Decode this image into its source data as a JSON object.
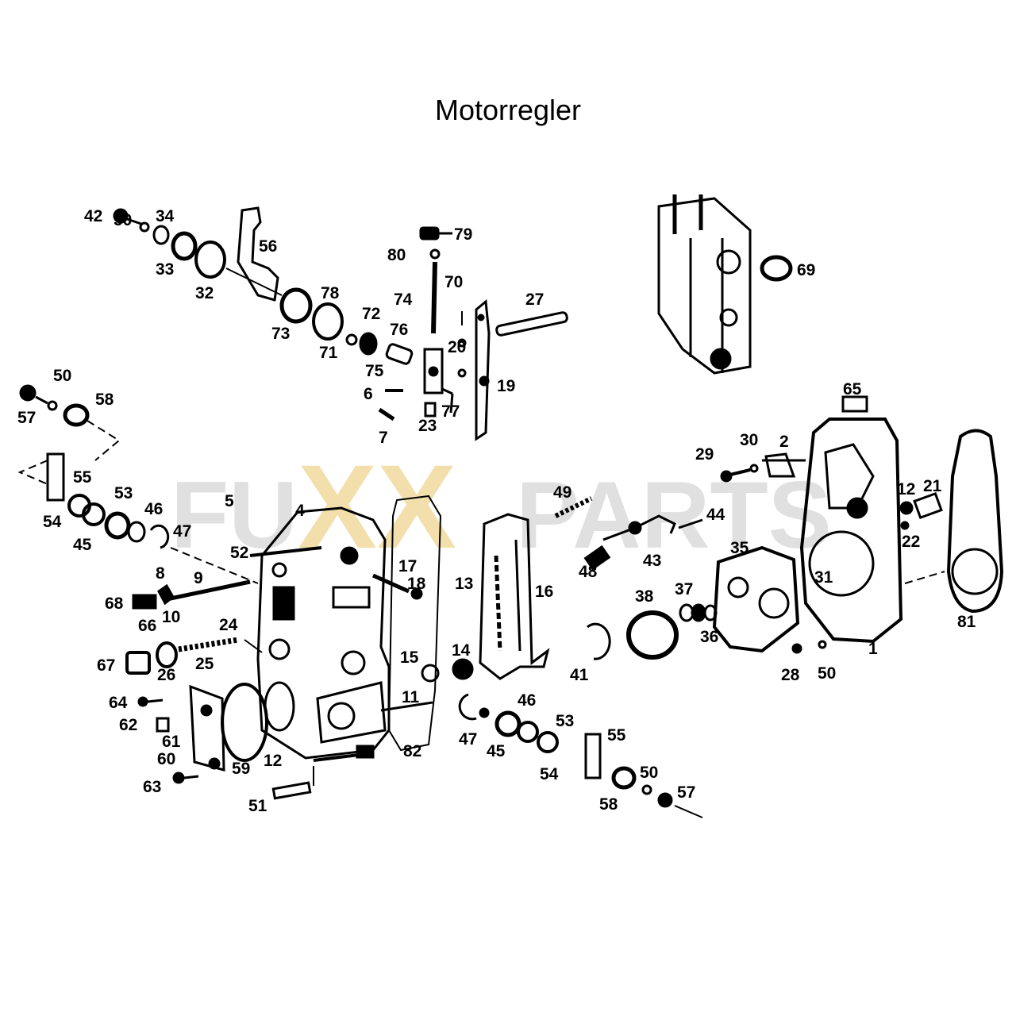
{
  "title": "Motorregler",
  "watermark": {
    "left": "FU",
    "mid": "XX",
    "right": "PARTS",
    "color_gray": "#c8c8c8",
    "color_gold": "#e9c66a"
  },
  "callouts": [
    "1",
    "2",
    "4",
    "5",
    "6",
    "7",
    "8",
    "9",
    "10",
    "11",
    "12",
    "13",
    "14",
    "15",
    "16",
    "17",
    "18",
    "19",
    "20",
    "21",
    "22",
    "23",
    "24",
    "25",
    "26",
    "27",
    "28",
    "29",
    "30",
    "31",
    "32",
    "33",
    "34",
    "35",
    "36",
    "37",
    "38",
    "41",
    "42",
    "43",
    "44",
    "45",
    "46",
    "47",
    "48",
    "49",
    "50",
    "51",
    "52",
    "53",
    "54",
    "55",
    "56",
    "57",
    "58",
    "59",
    "60",
    "61",
    "62",
    "63",
    "64",
    "65",
    "66",
    "67",
    "68",
    "69",
    "70",
    "71",
    "72",
    "73",
    "74",
    "75",
    "76",
    "77",
    "78",
    "79",
    "80",
    "81",
    "82"
  ],
  "labels": [
    {
      "id": "l42",
      "text": "42"
    },
    {
      "id": "l34",
      "text": "34"
    },
    {
      "id": "l50a",
      "text": "50"
    },
    {
      "id": "l33",
      "text": "33"
    },
    {
      "id": "l56",
      "text": "56"
    },
    {
      "id": "l32",
      "text": "32"
    },
    {
      "id": "l79",
      "text": "79"
    },
    {
      "id": "l80",
      "text": "80"
    },
    {
      "id": "l70",
      "text": "70"
    },
    {
      "id": "l74",
      "text": "74"
    },
    {
      "id": "l78",
      "text": "78"
    },
    {
      "id": "l73",
      "text": "73"
    },
    {
      "id": "l72",
      "text": "72"
    },
    {
      "id": "l76",
      "text": "76"
    },
    {
      "id": "l71",
      "text": "71"
    },
    {
      "id": "l75",
      "text": "75"
    },
    {
      "id": "l27",
      "text": "27"
    },
    {
      "id": "l20",
      "text": "20"
    },
    {
      "id": "l19",
      "text": "19"
    },
    {
      "id": "l6",
      "text": "6"
    },
    {
      "id": "l77",
      "text": "77"
    },
    {
      "id": "l23",
      "text": "23"
    },
    {
      "id": "l7",
      "text": "7"
    },
    {
      "id": "l69",
      "text": "69"
    },
    {
      "id": "l50b",
      "text": "50"
    },
    {
      "id": "l57a",
      "text": "57"
    },
    {
      "id": "l58a",
      "text": "58"
    },
    {
      "id": "l55a",
      "text": "55"
    },
    {
      "id": "l53a",
      "text": "53"
    },
    {
      "id": "l46a",
      "text": "46"
    },
    {
      "id": "l54a",
      "text": "54"
    },
    {
      "id": "l45a",
      "text": "45"
    },
    {
      "id": "l47a",
      "text": "47"
    },
    {
      "id": "l5",
      "text": "5"
    },
    {
      "id": "l4",
      "text": "4"
    },
    {
      "id": "l52",
      "text": "52"
    },
    {
      "id": "l17",
      "text": "17"
    },
    {
      "id": "l18",
      "text": "18"
    },
    {
      "id": "l8",
      "text": "8"
    },
    {
      "id": "l9",
      "text": "9"
    },
    {
      "id": "l68",
      "text": "68"
    },
    {
      "id": "l10",
      "text": "10"
    },
    {
      "id": "l66",
      "text": "66"
    },
    {
      "id": "l24",
      "text": "24"
    },
    {
      "id": "l67",
      "text": "67"
    },
    {
      "id": "l26",
      "text": "26"
    },
    {
      "id": "l25",
      "text": "25"
    },
    {
      "id": "l64",
      "text": "64"
    },
    {
      "id": "l62",
      "text": "62"
    },
    {
      "id": "l61",
      "text": "61"
    },
    {
      "id": "l60",
      "text": "60"
    },
    {
      "id": "l63",
      "text": "63"
    },
    {
      "id": "l59",
      "text": "59"
    },
    {
      "id": "l12",
      "text": "12"
    },
    {
      "id": "l51",
      "text": "51"
    },
    {
      "id": "l11",
      "text": "11"
    },
    {
      "id": "l82",
      "text": "82"
    },
    {
      "id": "l15",
      "text": "15"
    },
    {
      "id": "l14",
      "text": "14"
    },
    {
      "id": "l13",
      "text": "13"
    },
    {
      "id": "l16",
      "text": "16"
    },
    {
      "id": "l49",
      "text": "49"
    },
    {
      "id": "l44",
      "text": "44"
    },
    {
      "id": "l48",
      "text": "48"
    },
    {
      "id": "l43",
      "text": "43"
    },
    {
      "id": "l46b",
      "text": "46"
    },
    {
      "id": "l47b",
      "text": "47"
    },
    {
      "id": "l45b",
      "text": "45"
    },
    {
      "id": "l53b",
      "text": "53"
    },
    {
      "id": "l54b",
      "text": "54"
    },
    {
      "id": "l55b",
      "text": "55"
    },
    {
      "id": "l50c",
      "text": "50"
    },
    {
      "id": "l58b",
      "text": "58"
    },
    {
      "id": "l57b",
      "text": "57"
    },
    {
      "id": "l41",
      "text": "41"
    },
    {
      "id": "l38",
      "text": "38"
    },
    {
      "id": "l37",
      "text": "37"
    },
    {
      "id": "l36",
      "text": "36"
    },
    {
      "id": "l35",
      "text": "35"
    },
    {
      "id": "l29",
      "text": "29"
    },
    {
      "id": "l30",
      "text": "30"
    },
    {
      "id": "l2",
      "text": "2"
    },
    {
      "id": "l65",
      "text": "65"
    },
    {
      "id": "l12b",
      "text": "12"
    },
    {
      "id": "l21",
      "text": "21"
    },
    {
      "id": "l22",
      "text": "22"
    },
    {
      "id": "l31",
      "text": "31"
    },
    {
      "id": "l1",
      "text": "1"
    },
    {
      "id": "l28",
      "text": "28"
    },
    {
      "id": "l50d",
      "text": "50"
    },
    {
      "id": "l81",
      "text": "81"
    }
  ]
}
